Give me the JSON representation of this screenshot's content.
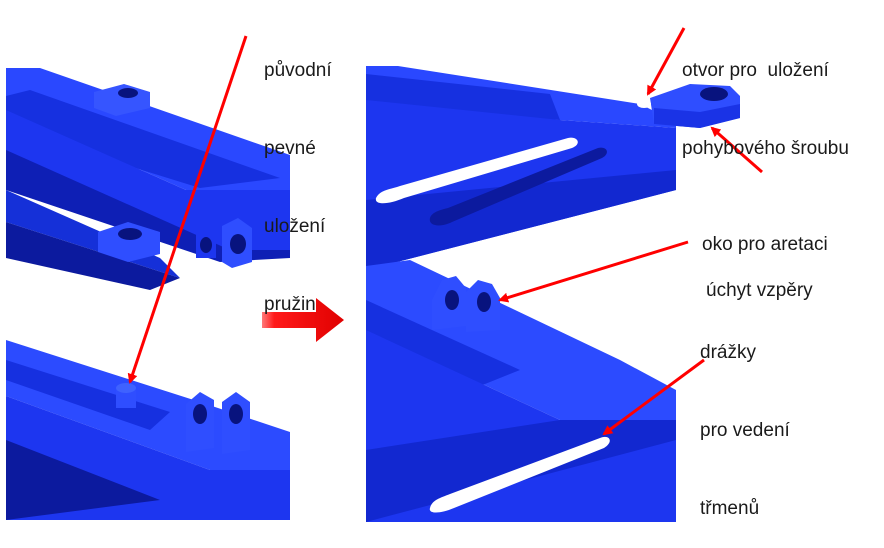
{
  "colors": {
    "part_face": "#1f3bff",
    "part_top": "#2f52ff",
    "part_dark": "#0d1db8",
    "part_shadow": "#08137e",
    "highlight": "#7b8dff",
    "arrow": "#ff0000",
    "text": "#1a1a1a"
  },
  "labels": {
    "original_mount": [
      "původní",
      "pevné",
      "uložení",
      "pružin"
    ],
    "screw_hole": [
      "otvor pro  uložení",
      "pohybového šroubu"
    ],
    "lock_eye": "oko pro aretaci",
    "strut_holder": "úchyt vzpěry",
    "grooves": [
      "drážky",
      "pro vedení",
      "třmenů"
    ]
  },
  "icons": {
    "transition_arrow": "right-arrow-icon"
  }
}
